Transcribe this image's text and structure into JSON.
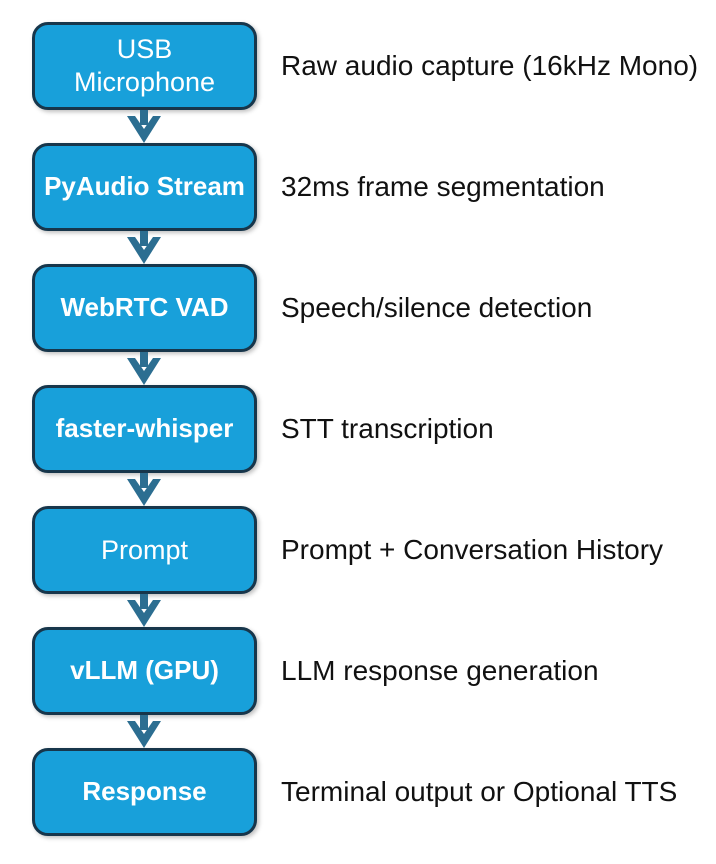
{
  "flow": {
    "steps": [
      {
        "node": "USB\nMicrophone",
        "emphasis": "regular",
        "description": "Raw audio capture (16kHz Mono)"
      },
      {
        "node": "PyAudio Stream",
        "emphasis": "bold",
        "description": "32ms frame segmentation"
      },
      {
        "node": "WebRTC VAD",
        "emphasis": "bold",
        "description": "Speech/silence detection"
      },
      {
        "node": "faster-whisper",
        "emphasis": "bold",
        "description": "STT transcription"
      },
      {
        "node": "Prompt",
        "emphasis": "regular",
        "description": "Prompt + Conversation History"
      },
      {
        "node": "vLLM (GPU)",
        "emphasis": "bold",
        "description": "LLM response generation"
      },
      {
        "node": "Response",
        "emphasis": "bold",
        "description": "Terminal output or Optional TTS"
      }
    ],
    "colors": {
      "node_fill": "#18A0DA",
      "node_border": "#17364B",
      "node_text": "#FFFFFF",
      "arrow": "#2C6E91",
      "description_text": "#111111",
      "background": "#FFFFFF"
    }
  }
}
